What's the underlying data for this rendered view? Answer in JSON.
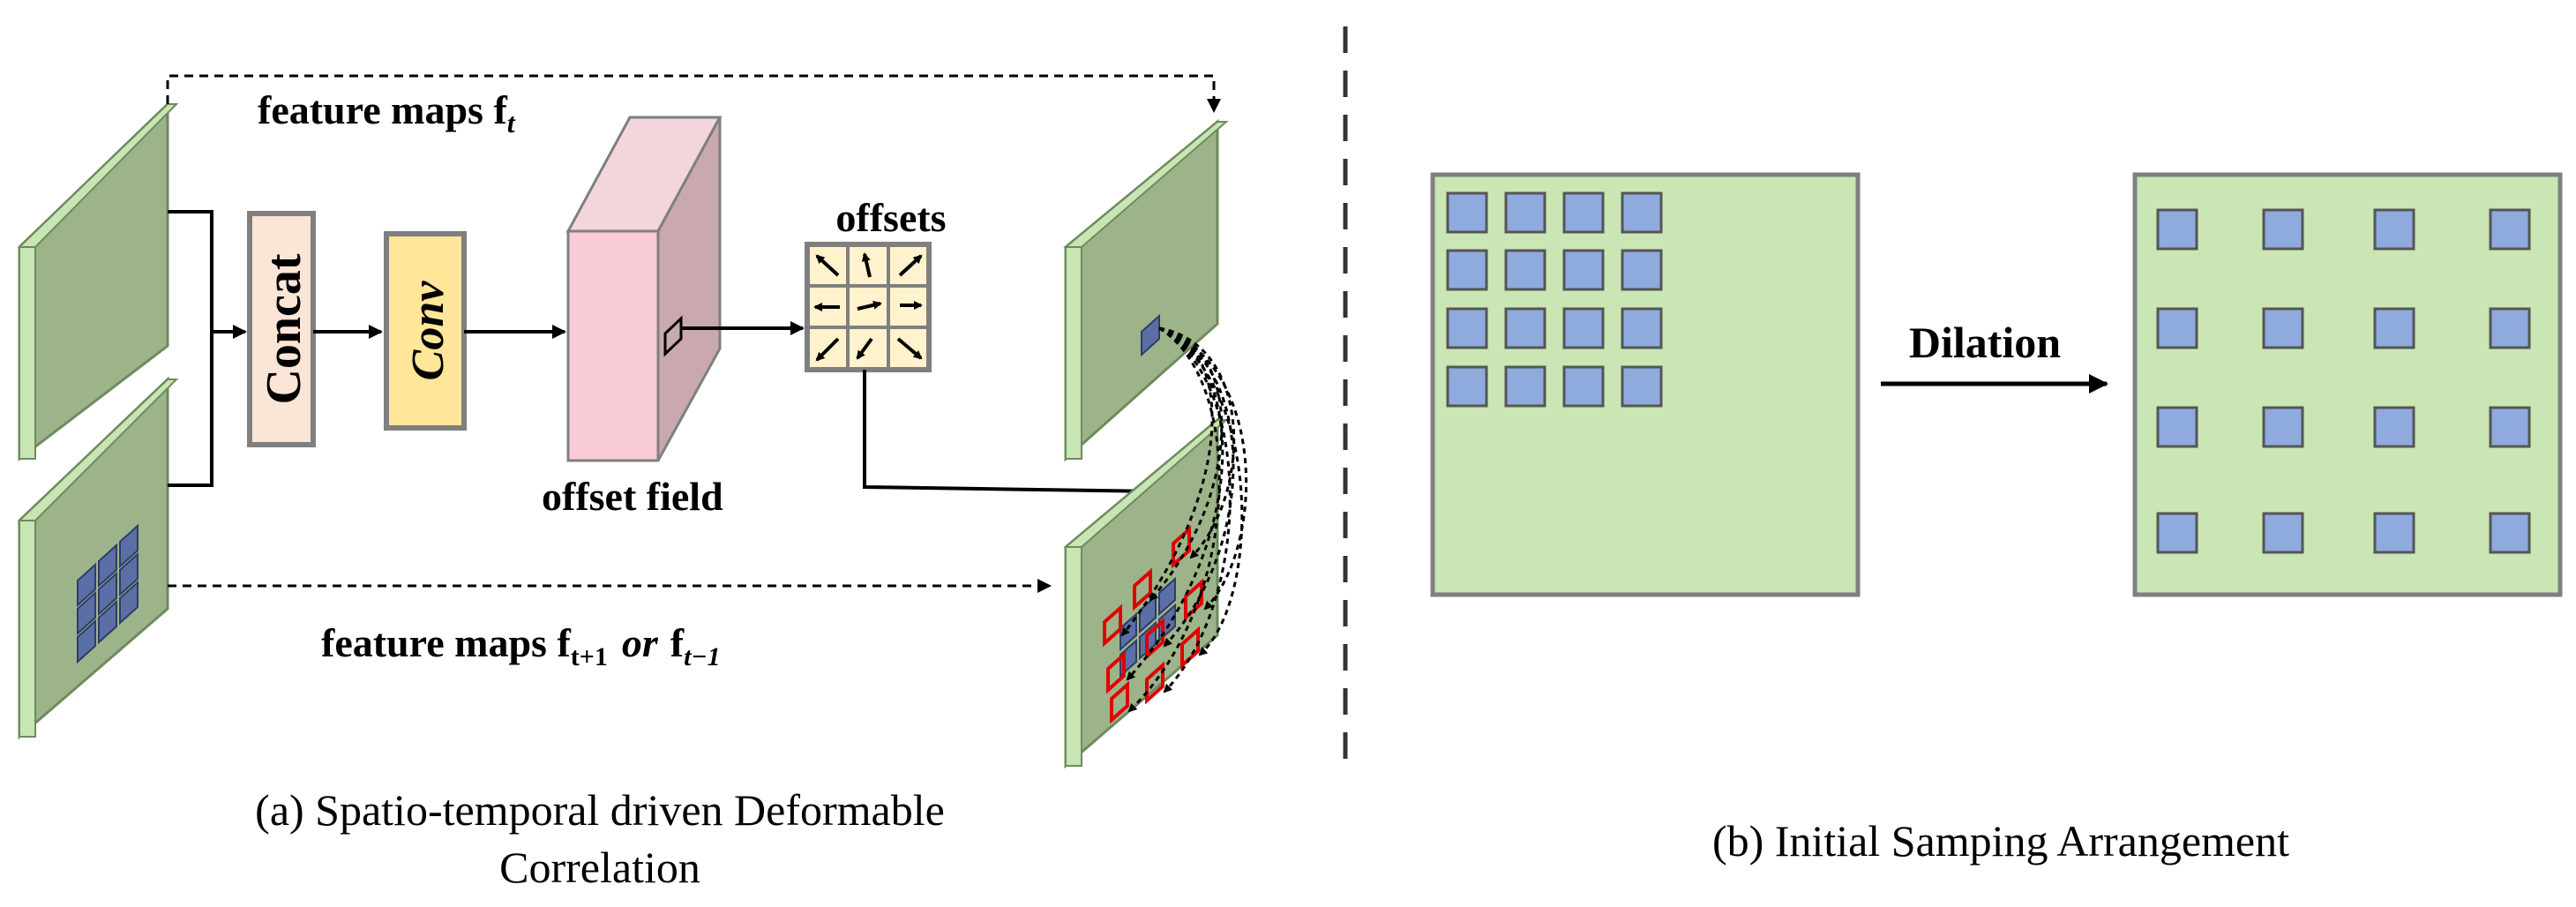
{
  "panel_a": {
    "feature_maps_top": "feature maps f",
    "feature_maps_top_sub": "t",
    "concat_label": "Concat",
    "conv_label": "Conv",
    "offsets_label": "offsets",
    "offset_field_label": "offset field",
    "feature_maps_bottom": {
      "prefix": "feature maps f",
      "sub1": "t+1",
      "or_word": "or",
      "f": "f",
      "sub2": "t−1"
    },
    "caption_line1": "(a) Spatio-temporal driven Deformable",
    "caption_line2": "Correlation"
  },
  "panel_b": {
    "dilation_label": "Dilation",
    "caption": "(b) Initial Samping Arrangement"
  },
  "colors": {
    "feature_map": "#9db48a",
    "feature_map_edge": "#c8e6b4",
    "concat_fill": "#fbe5d6",
    "conv_fill": "#ffe699",
    "offset_field_front": "#f8cbd6",
    "offset_field_face": "#c9a9ae",
    "offsets_grid": "#fff2cc",
    "sample_square": "#8faadc",
    "grid_bg": "#c9e6b4",
    "sample_outline": "#e00000"
  },
  "icons": [
    "arrow-right-icon",
    "dashed-arrow-icon",
    "offset-arrow-icon"
  ]
}
